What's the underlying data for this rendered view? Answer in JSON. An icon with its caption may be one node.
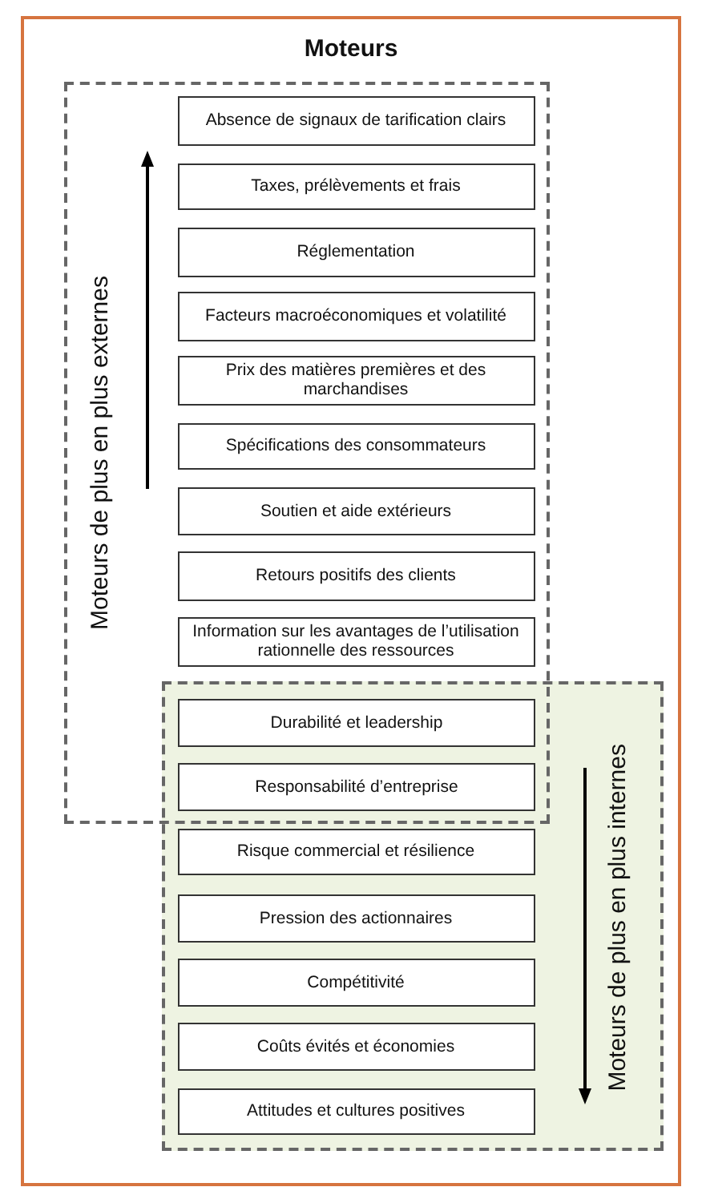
{
  "diagram": {
    "nodes": [
      {
        "text": [
          "Moteurs"
        ]
      },
      {
        "text": [
          "Moteurs de plus en plus externes"
        ],
        "in": 0
      },
      {
        "text": [
          "Absence de signaux de tarification clairs"
        ],
        "in": 1
      },
      {
        "text": [
          "Taxes, prélèvements et frais"
        ],
        "in": 1
      },
      {
        "text": [
          "Réglementation"
        ],
        "in": 1
      },
      {
        "text": [
          "Facteurs macroéconomiques et volatilité"
        ],
        "in": 1
      },
      {
        "text": [
          "Prix des matières premières et des marchandises"
        ],
        "in": 1
      },
      {
        "text": [
          "Spécifications des consommateurs"
        ],
        "in": 1
      },
      {
        "text": [
          "Soutien et aide extérieurs"
        ],
        "in": 1
      },
      {
        "text": [
          "Retours positifs des clients"
        ],
        "in": 1
      },
      {
        "text": [
          "Information sur les avantages de l’utilisation rationnelle des ressources"
        ],
        "in": 1
      },
      {
        "text": [
          "Moteurs de plus en plus internes"
        ],
        "in": 0
      },
      {
        "text": [
          "Durabilité et leadership"
        ]
      },
      {
        "text": [
          "Responsabilité d’entreprise"
        ]
      },
      {
        "text": [
          "Risque commercial et résilience"
        ],
        "in": 11
      },
      {
        "text": [
          "Pression des actionnaires"
        ],
        "in": 11
      },
      {
        "text": [
          "Compétitivité"
        ],
        "in": 11
      },
      {
        "text": [
          "Coûts évités et économies"
        ],
        "in": 11
      },
      {
        "text": [
          "Attitudes et cultures positives"
        ],
        "in": 11
      }
    ],
    "edges": []
  }
}
